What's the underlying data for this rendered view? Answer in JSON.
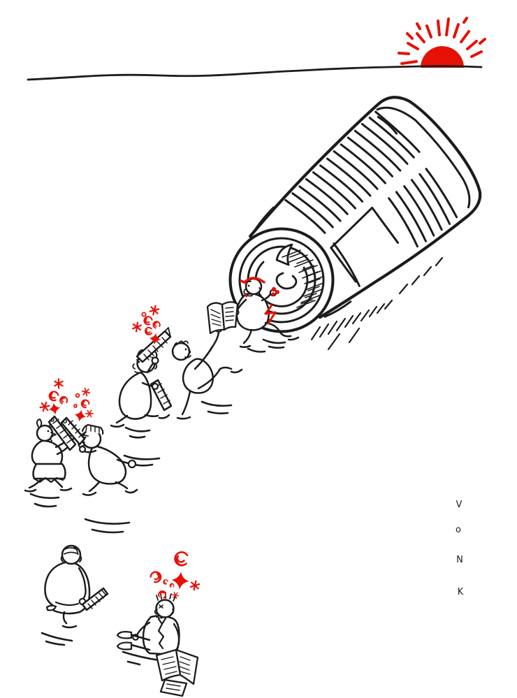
{
  "artwork": {
    "signature": {
      "letters": [
        "V",
        "o",
        "N",
        "K"
      ]
    }
  },
  "signature": {
    "letters": [
      "V",
      "o",
      "N",
      "K"
    ]
  },
  "colors": {
    "ink": "#1c1c1c",
    "accent": "#e51107",
    "paper": "#ffffff"
  }
}
